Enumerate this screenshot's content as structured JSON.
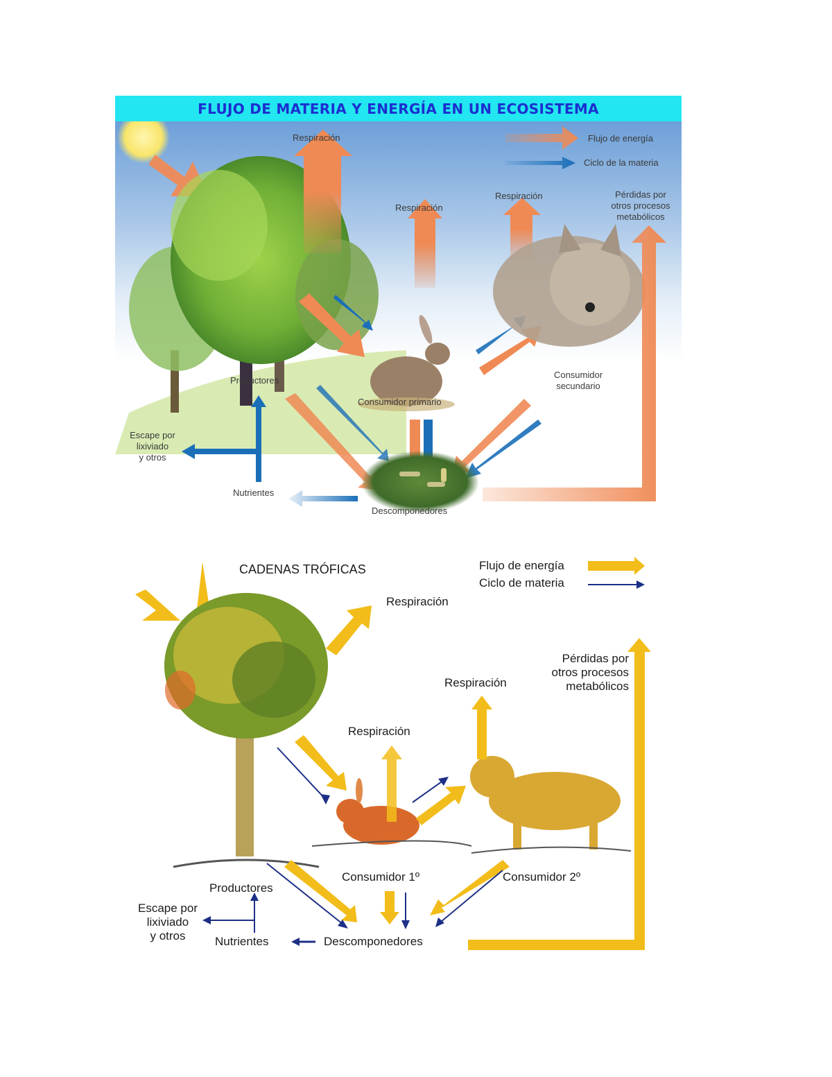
{
  "diagram1": {
    "title": "FLUJO DE MATERIA Y ENERGÍA EN UN ECOSISTEMA",
    "legend": [
      {
        "label": "Flujo de energía",
        "icon": "orange-thick-arrow",
        "color": "#ef8a55"
      },
      {
        "label": "Ciclo de la materia",
        "icon": "blue-thin-arrow",
        "color": "#1b6fb8"
      }
    ],
    "labels": {
      "respiracion_productores": "Respiración",
      "respiracion_primario": "Respiración",
      "respiracion_secundario": "Respiración",
      "perdidas": "Pérdidas por\notros procesos\nmetabólicos",
      "productores": "Productores",
      "consumidor_primario": "Consumidor primario",
      "consumidor_secundario": "Consumidor\nsecundario",
      "escape": "Escape por\nlixiviado\ny otros",
      "nutrientes": "Nutrientes",
      "descomponedores": "Descomponedores"
    },
    "colors": {
      "title_bg": "#22e6f0",
      "title_text": "#1c2fd0",
      "energy": "#ef8a55",
      "matter": "#1b6fb8"
    }
  },
  "diagram2": {
    "title": "CADENAS TRÓFICAS",
    "legend": [
      {
        "label": "Flujo de energía",
        "icon": "yellow-thick-arrow",
        "color": "#f2bd1a"
      },
      {
        "label": "Ciclo de materia",
        "icon": "navy-thin-arrow",
        "color": "#1d2f86"
      }
    ],
    "labels": {
      "respiracion_productores": "Respiración",
      "respiracion_primario": "Respiración",
      "respiracion_secundario": "Respiración",
      "perdidas": "Pérdidas por\notros procesos\nmetabólicos",
      "productores": "Productores",
      "consumidor_1": "Consumidor 1º",
      "consumidor_2": "Consumidor 2º",
      "escape": "Escape por\nlixiviado\ny otros",
      "nutrientes": "Nutrientes",
      "descomponedores": "Descomponedores"
    },
    "colors": {
      "energy": "#f2bd1a",
      "matter": "#1d2f86"
    }
  }
}
